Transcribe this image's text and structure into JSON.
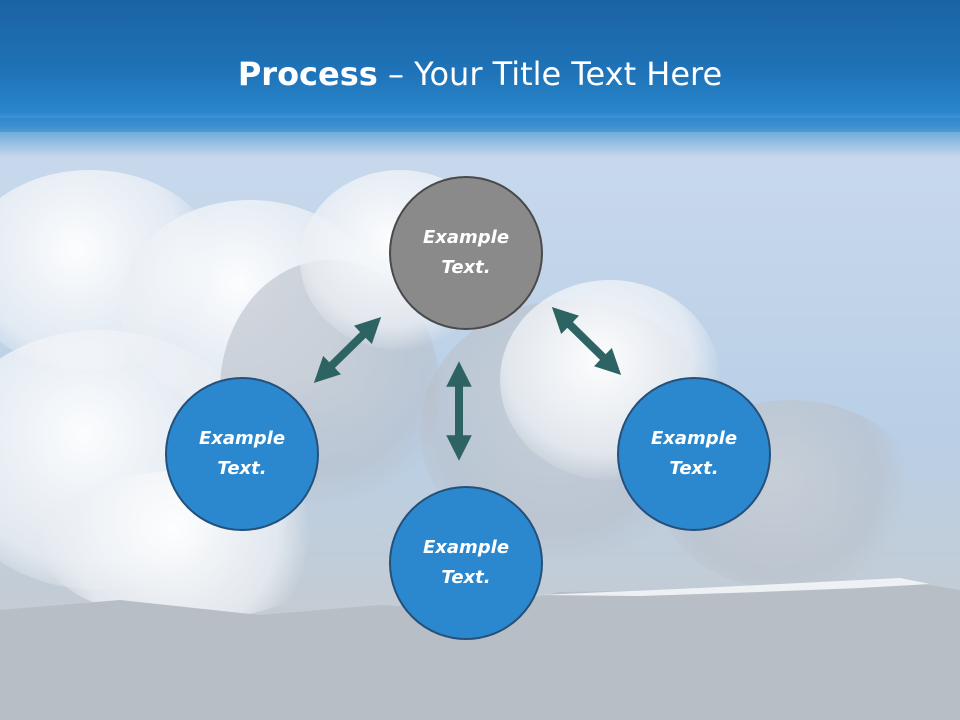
{
  "title": {
    "bold": "Process",
    "rest": " – Your Title Text Here"
  },
  "nodes": {
    "top": {
      "line1": "Example",
      "line2": "Text."
    },
    "left": {
      "line1": "Example",
      "line2": "Text."
    },
    "bottom": {
      "line1": "Example",
      "line2": "Text."
    },
    "right": {
      "line1": "Example",
      "line2": "Text."
    }
  },
  "colors": {
    "header": "#1f73b8",
    "node_blue": "#2b88cf",
    "node_grey": "#8a8a8a",
    "arrow": "#2e6363"
  }
}
